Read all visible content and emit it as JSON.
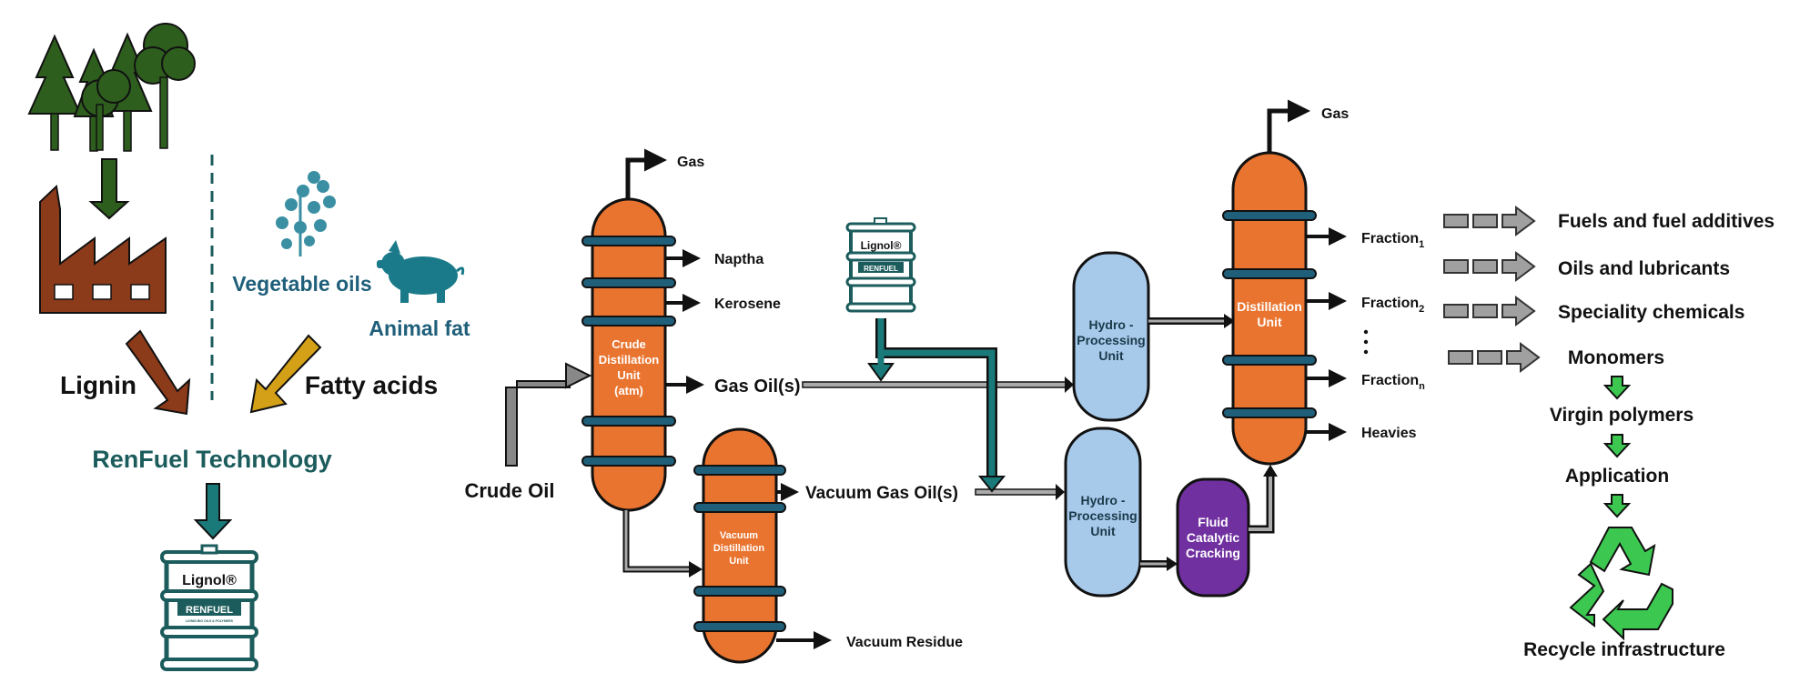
{
  "colors": {
    "column_orange": "#e9742f",
    "hydro_blue": "#a7c9ea",
    "fcc_purple": "#7030a0",
    "ring_teal": "#1f5f7a",
    "brand_teal": "#1d5c5c",
    "tree_green": "#2e5e1e",
    "factory_brown": "#8b3a1a",
    "fatty_gold": "#d4a017",
    "recycle_green": "#3cc850",
    "output_gray": "#a0a0a0"
  },
  "feedstock": {
    "lignin": "Lignin",
    "fatty_acids": "Fatty acids",
    "vegetable_oils": "Vegetable oils",
    "animal_fat": "Animal fat",
    "technology": "RenFuel Technology",
    "drum_label": "Lignol®",
    "drum_brand": "RENFUEL",
    "drum_sub": "LIGNIN BIO OILS & POLYMERS"
  },
  "refinery": {
    "gas_top_left": "Gas",
    "naptha": "Naptha",
    "kerosene": "Kerosene",
    "gas_oils": "Gas Oil(s)",
    "crude_oil": "Crude Oil",
    "crude_unit": [
      "Crude",
      "Distillation",
      "Unit",
      "(atm)"
    ],
    "vacuum_unit": [
      "Vacuum",
      "Distillation",
      "Unit"
    ],
    "vacuum_gas_oils": "Vacuum Gas Oil(s)",
    "vacuum_residue": "Vacuum Residue",
    "drum_label": "Lignol®",
    "drum_brand": "RENFUEL",
    "hydro_unit": [
      "Hydro -",
      "Processing",
      "Unit"
    ],
    "fcc_unit": [
      "Fluid",
      "Catalytic",
      "Cracking"
    ],
    "distillation_unit": [
      "Distillation",
      "Unit"
    ],
    "gas_top_right": "Gas",
    "fraction_word": "Fraction",
    "fraction_sub_1": "1",
    "fraction_sub_2": "2",
    "fraction_sub_n": "n",
    "heavies": "Heavies"
  },
  "products": {
    "fuels": "Fuels and fuel additives",
    "oils": "Oils and lubricants",
    "speciality": "Speciality chemicals",
    "monomers": "Monomers",
    "virgin_polymers": "Virgin polymers",
    "application": "Application",
    "recycle": "Recycle infrastructure"
  }
}
